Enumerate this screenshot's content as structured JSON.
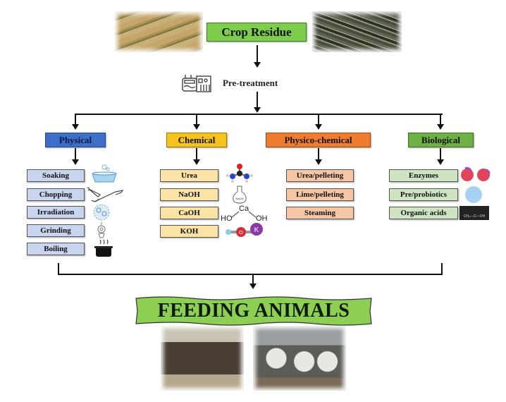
{
  "title": "Crop Residue",
  "pretreatment": {
    "label": "Pre-treatment",
    "icon": "lab-equipment-icon"
  },
  "categories": [
    {
      "label": "Physical",
      "color": "#3d6fc9",
      "items": [
        {
          "label": "Soaking",
          "icon": "tub-icon"
        },
        {
          "label": "Chopping",
          "icon": "knife-carrot-icon"
        },
        {
          "label": "Irradiation",
          "icon": "irradiation-icon"
        },
        {
          "label": "Grinding",
          "icon": "grinder-icon"
        },
        {
          "label": "Boiling",
          "icon": "pot-icon"
        }
      ],
      "item_color": "#c9d4ef"
    },
    {
      "label": "Chemical",
      "color": "#f5c31c",
      "items": [
        {
          "label": "Urea",
          "icon": "urea-molecule-icon"
        },
        {
          "label": "NaOH",
          "icon": "flask-icon",
          "icon_text": "NaOH"
        },
        {
          "label": "CaOH",
          "icon": "caoh-formula-icon",
          "icon_text": [
            "HO",
            "Ca",
            "OH"
          ]
        },
        {
          "label": "KOH",
          "icon": "koh-molecule-icon",
          "icon_text": [
            "O",
            "K"
          ]
        }
      ],
      "item_color": "#fbe3a6"
    },
    {
      "label": "Physico-chemical",
      "color": "#ef7d2f",
      "items": [
        {
          "label": "Urea/pelleting"
        },
        {
          "label": "Lime/pelleting"
        },
        {
          "label": "Steaming"
        }
      ],
      "item_color": "#f6c6a4"
    },
    {
      "label": "Biological",
      "color": "#6fb044",
      "items": [
        {
          "label": "Enzymes",
          "icon": "enzyme-icon"
        },
        {
          "label": "Pre/probiotics",
          "icon": "bacteria-icon"
        },
        {
          "label": "Organic acids",
          "icon": "acetic-acid-icon",
          "icon_text": "CH₃—C—OH"
        }
      ],
      "item_color": "#cfe5c1"
    }
  ],
  "result": "FEEDING ANIMALS",
  "colors": {
    "title_bg": "#7dcc4c",
    "result_bg": "#8ccf52"
  }
}
